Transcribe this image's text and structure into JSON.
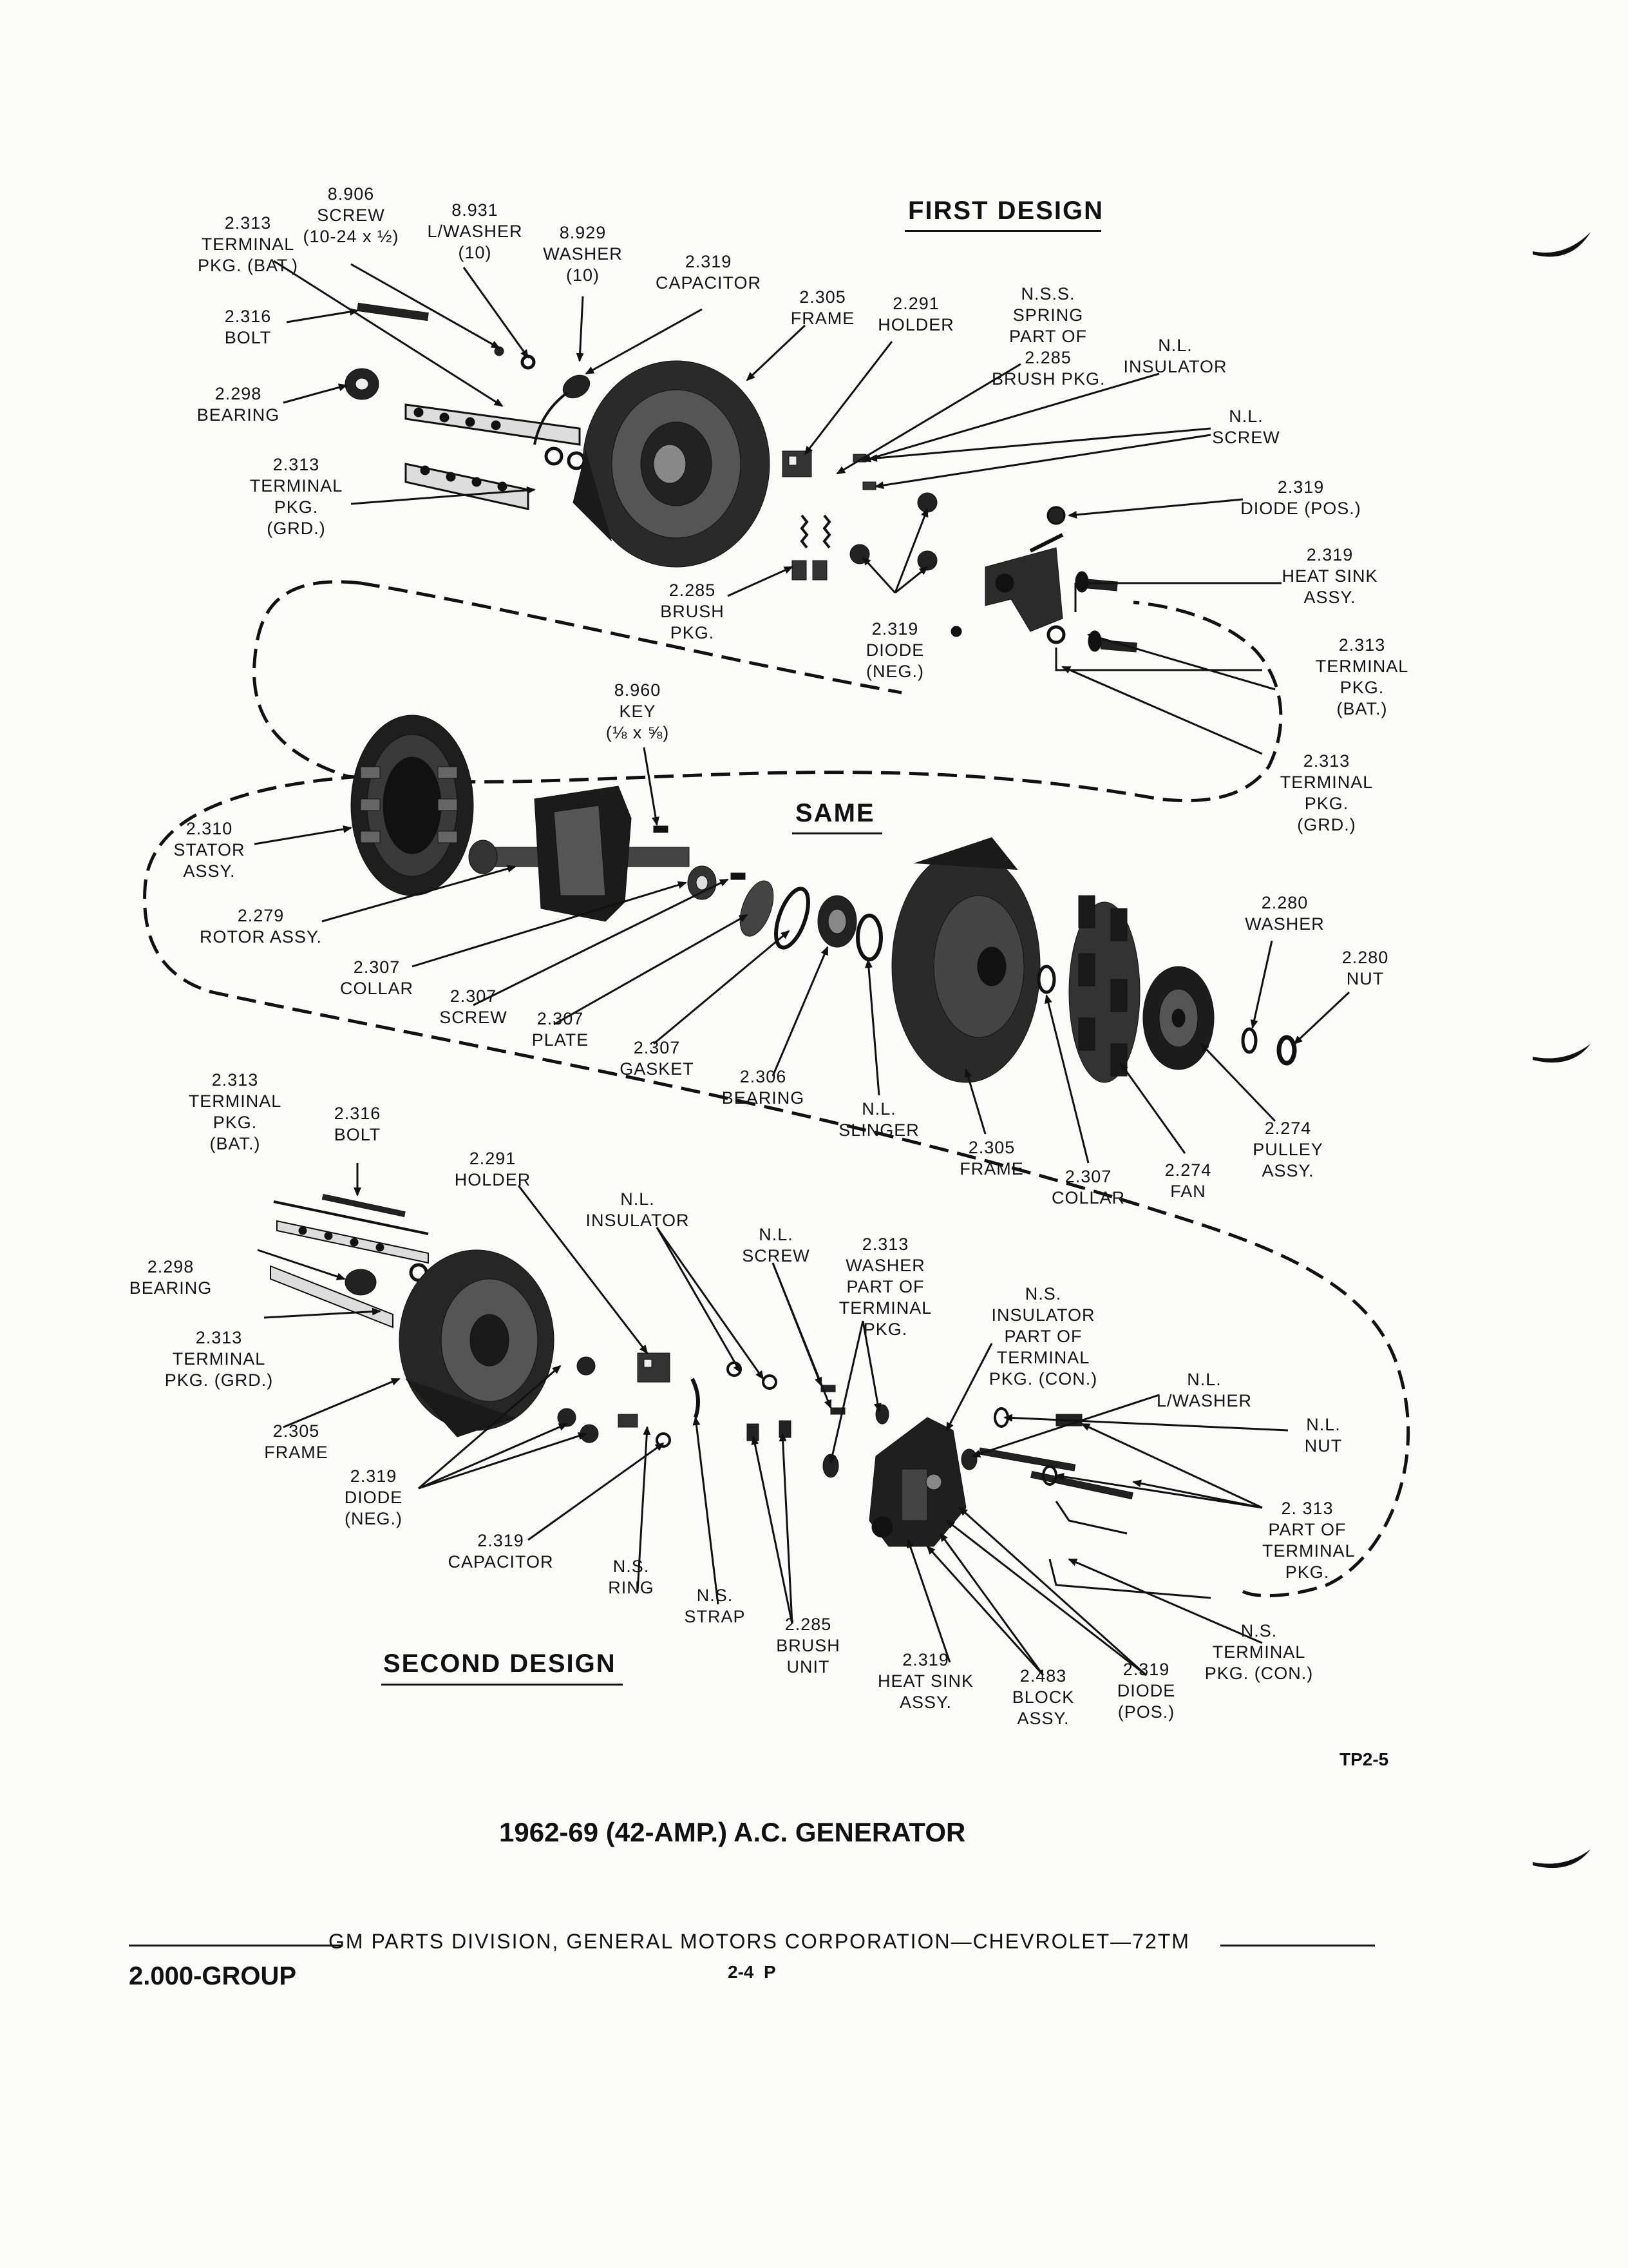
{
  "headings": {
    "first_design": "FIRST DESIGN",
    "same": "SAME",
    "second_design": "SECOND DESIGN"
  },
  "figure_code": "TP2-5",
  "title": "1962-69 (42-AMP.) A.C. GENERATOR",
  "footer": {
    "division": "GM PARTS DIVISION, GENERAL MOTORS CORPORATION—CHEVROLET—72TM",
    "group": "2.000-GROUP",
    "page": "2-4  P"
  },
  "colors": {
    "ink": "#111111",
    "paper": "#fbfbf9",
    "part_fill": "#2a2a2a"
  },
  "callouts": [
    {
      "id": "c01",
      "text": "2.313\nTERMINAL\nPKG. (BAT.)"
    },
    {
      "id": "c02",
      "text": "8.906\nSCREW\n(10-24 x ½)"
    },
    {
      "id": "c03",
      "text": "8.931\nL/WASHER\n(10)"
    },
    {
      "id": "c04",
      "text": "8.929\nWASHER\n(10)"
    },
    {
      "id": "c05",
      "text": "2.319\nCAPACITOR"
    },
    {
      "id": "c06",
      "text": "2.316\nBOLT"
    },
    {
      "id": "c07",
      "text": "2.298\nBEARING"
    },
    {
      "id": "c08",
      "text": "2.313\nTERMINAL\nPKG.\n(GRD.)"
    },
    {
      "id": "c09",
      "text": "2.305\nFRAME"
    },
    {
      "id": "c10",
      "text": "2.291\nHOLDER"
    },
    {
      "id": "c11",
      "text": "N.S.S.\nSPRING\nPART OF\n2.285\nBRUSH PKG."
    },
    {
      "id": "c12",
      "text": "N.L.\nINSULATOR"
    },
    {
      "id": "c13",
      "text": "N.L.\nSCREW"
    },
    {
      "id": "c14",
      "text": "2.319\nDIODE (POS.)"
    },
    {
      "id": "c15",
      "text": "2.319\nHEAT SINK\nASSY."
    },
    {
      "id": "c16",
      "text": "2.285\nBRUSH\nPKG."
    },
    {
      "id": "c17",
      "text": "2.319\nDIODE\n(NEG.)"
    },
    {
      "id": "c18",
      "text": "2.313\nTERMINAL\nPKG.\n(BAT.)"
    },
    {
      "id": "c19",
      "text": "2.313\nTERMINAL\nPKG.\n(GRD.)"
    },
    {
      "id": "c20",
      "text": "8.960\nKEY\n(⅛ x ⅝)"
    },
    {
      "id": "c21",
      "text": "2.310\nSTATOR\nASSY."
    },
    {
      "id": "c22",
      "text": "2.279\nROTOR ASSY."
    },
    {
      "id": "c23",
      "text": "2.307\nCOLLAR"
    },
    {
      "id": "c24",
      "text": "2.307\nSCREW"
    },
    {
      "id": "c25",
      "text": "2.307\nPLATE"
    },
    {
      "id": "c26",
      "text": "2.307\nGASKET"
    },
    {
      "id": "c27",
      "text": "2.306\nBEARING"
    },
    {
      "id": "c28",
      "text": "N.L.\nSLINGER"
    },
    {
      "id": "c29",
      "text": "2.305\nFRAME"
    },
    {
      "id": "c30",
      "text": "2.307\nCOLLAR"
    },
    {
      "id": "c31",
      "text": "2.274\nFAN"
    },
    {
      "id": "c32",
      "text": "2.274\nPULLEY\nASSY."
    },
    {
      "id": "c33",
      "text": "2.280\nWASHER"
    },
    {
      "id": "c34",
      "text": "2.280\nNUT"
    },
    {
      "id": "c35",
      "text": "2.313\nTERMINAL\nPKG.\n(BAT.)"
    },
    {
      "id": "c36",
      "text": "2.316\nBOLT"
    },
    {
      "id": "c37",
      "text": "2.291\nHOLDER"
    },
    {
      "id": "c38",
      "text": "N.L.\nINSULATOR"
    },
    {
      "id": "c39",
      "text": "N.L.\nSCREW"
    },
    {
      "id": "c40",
      "text": "2.313\nWASHER\nPART OF\nTERMINAL\nPKG."
    },
    {
      "id": "c41",
      "text": "N.S.\nINSULATOR\nPART OF\nTERMINAL\nPKG. (CON.)"
    },
    {
      "id": "c42",
      "text": "N.L.\nL/WASHER"
    },
    {
      "id": "c43",
      "text": "N.L.\nNUT"
    },
    {
      "id": "c44",
      "text": "2.298\nBEARING"
    },
    {
      "id": "c45",
      "text": "2.313\nTERMINAL\nPKG. (GRD.)"
    },
    {
      "id": "c46",
      "text": "2.305\nFRAME"
    },
    {
      "id": "c47",
      "text": "2.319\nDIODE\n(NEG.)"
    },
    {
      "id": "c48",
      "text": "2.319\nCAPACITOR"
    },
    {
      "id": "c49",
      "text": "N.S.\nRING"
    },
    {
      "id": "c50",
      "text": "N.S.\nSTRAP"
    },
    {
      "id": "c51",
      "text": "2.285\nBRUSH\nUNIT"
    },
    {
      "id": "c52",
      "text": "2.319\nHEAT SINK\nASSY."
    },
    {
      "id": "c53",
      "text": "2.483\nBLOCK\nASSY."
    },
    {
      "id": "c54",
      "text": "2.319\nDIODE\n(POS.)"
    },
    {
      "id": "c55",
      "text": "2. 313\nPART OF\nTERMINAL\nPKG."
    },
    {
      "id": "c56",
      "text": "N.S.\nTERMINAL\nPKG. (CON.)"
    }
  ]
}
